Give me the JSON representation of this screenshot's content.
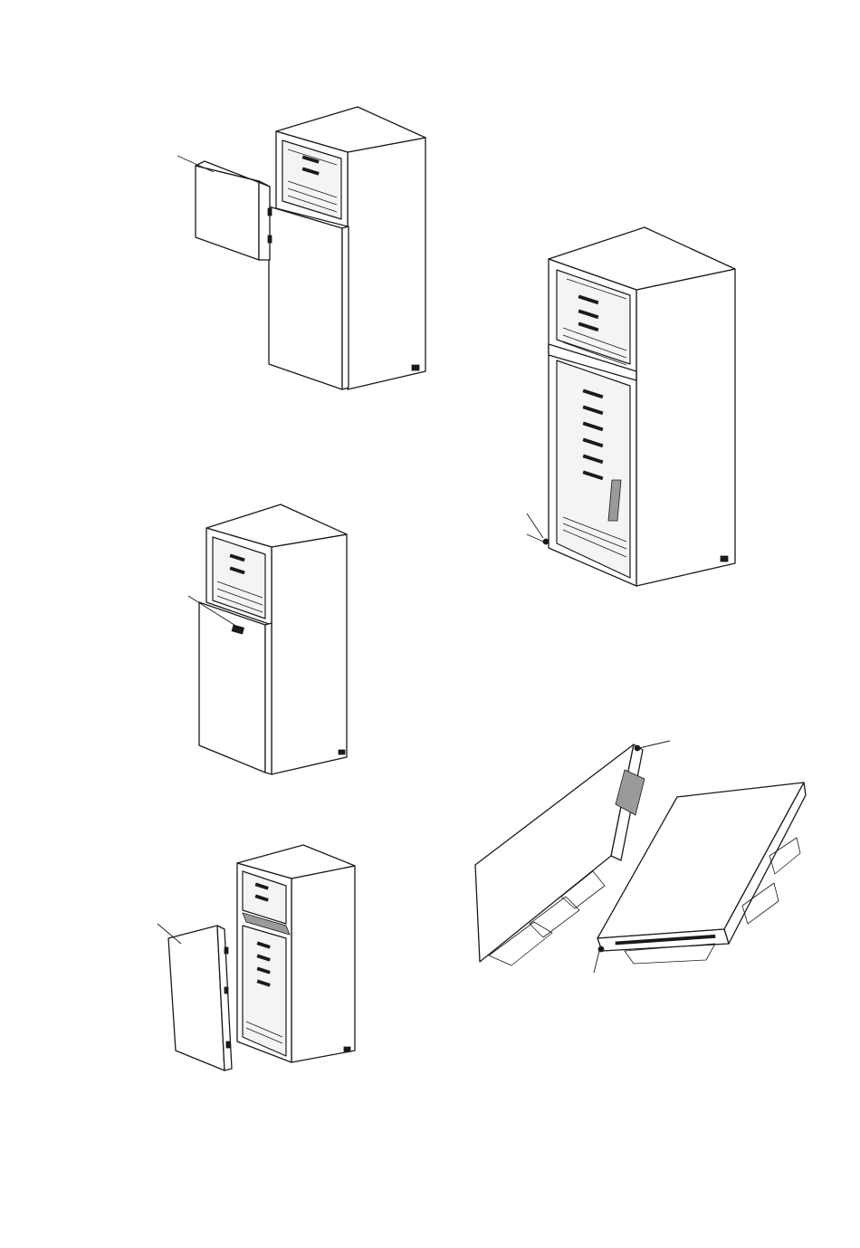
{
  "figure": {
    "colors": {
      "line": "#1a1a1a",
      "panel": "#ffffff",
      "cavity": "#f4f4f4",
      "part_fill": "#9a9a9a"
    },
    "illustrations": [
      "fridge-top-door-removed",
      "fridge-doors-open-no-doors",
      "fridge-top-door-removed-closed-bottom",
      "fridge-bottom-door-removed",
      "doors-detail-pair"
    ]
  }
}
